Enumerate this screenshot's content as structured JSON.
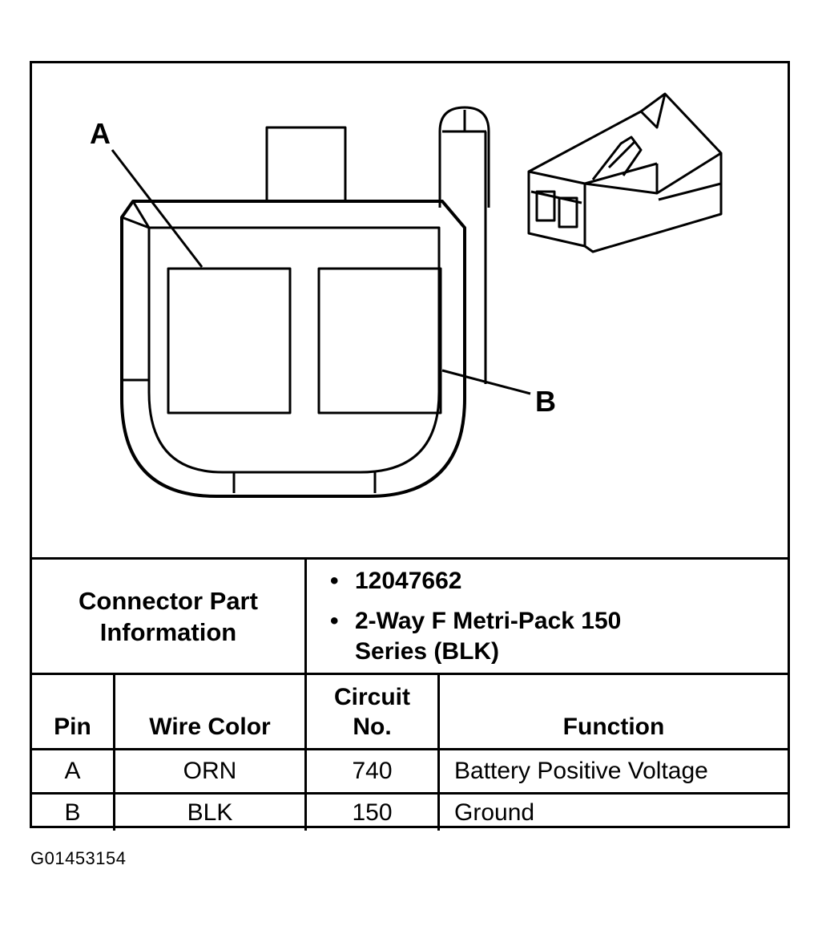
{
  "callouts": {
    "a": "A",
    "b": "B"
  },
  "connector_info": {
    "label": "Connector Part Information",
    "items": [
      "12047662",
      "2-Way F Metri-Pack 150 Series (BLK)"
    ]
  },
  "pin_table": {
    "headers": {
      "pin": "Pin",
      "wire_color": "Wire Color",
      "circuit_no": "Circuit No.",
      "function": "Function"
    },
    "rows": [
      {
        "pin": "A",
        "wire_color": "ORN",
        "circuit_no": "740",
        "function": "Battery Positive Voltage"
      },
      {
        "pin": "B",
        "wire_color": "BLK",
        "circuit_no": "150",
        "function": "Ground"
      }
    ]
  },
  "figure_id": "G01453154"
}
